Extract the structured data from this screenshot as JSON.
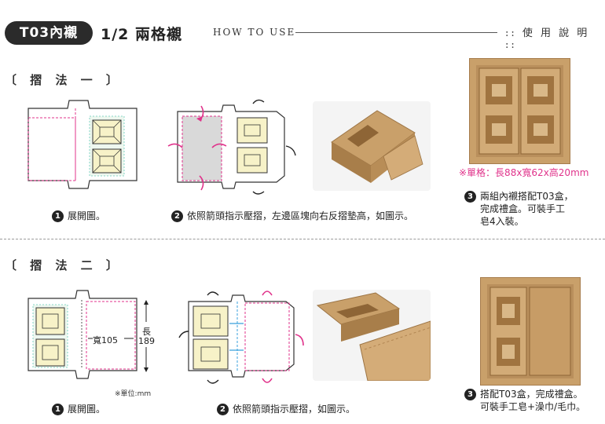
{
  "header": {
    "badge": "T03內襯",
    "subtitle": "1/2 兩格襯",
    "howto": "HOW TO USE",
    "usage": ":: 使 用 說 明 ::"
  },
  "method1": {
    "title": "〔 摺 法 一 〕",
    "step1": {
      "num": "1",
      "text": "展開圖。"
    },
    "step2": {
      "num": "2",
      "text": "依照箭頭指示壓摺，左邊區塊向右反摺墊高，如圖示。"
    },
    "spec": "※單格：長88x寬62x高20mm",
    "step3": {
      "num": "3",
      "line1": "兩組內襯搭配T03盒，",
      "line2": "完成禮盒。可裝手工",
      "line3": "皂4入裝。"
    }
  },
  "method2": {
    "title": "〔 摺 法 二 〕",
    "step1": {
      "num": "1",
      "text": "展開圖。"
    },
    "step2": {
      "num": "2",
      "text": "依照箭頭指示壓摺，如圖示。"
    },
    "step3": {
      "num": "3",
      "line1": "搭配T03盒，完成禮盒。",
      "line2": "可裝手工皂+澡巾/毛巾。"
    },
    "dim_width": "寬105",
    "dim_length": "長",
    "dim_length_value": "189",
    "unit": "※單位:mm"
  },
  "colors": {
    "magenta": "#e0338b",
    "kraft": "#c49a64",
    "window": "#f7f2c8",
    "blue": "#3aa0dc"
  }
}
